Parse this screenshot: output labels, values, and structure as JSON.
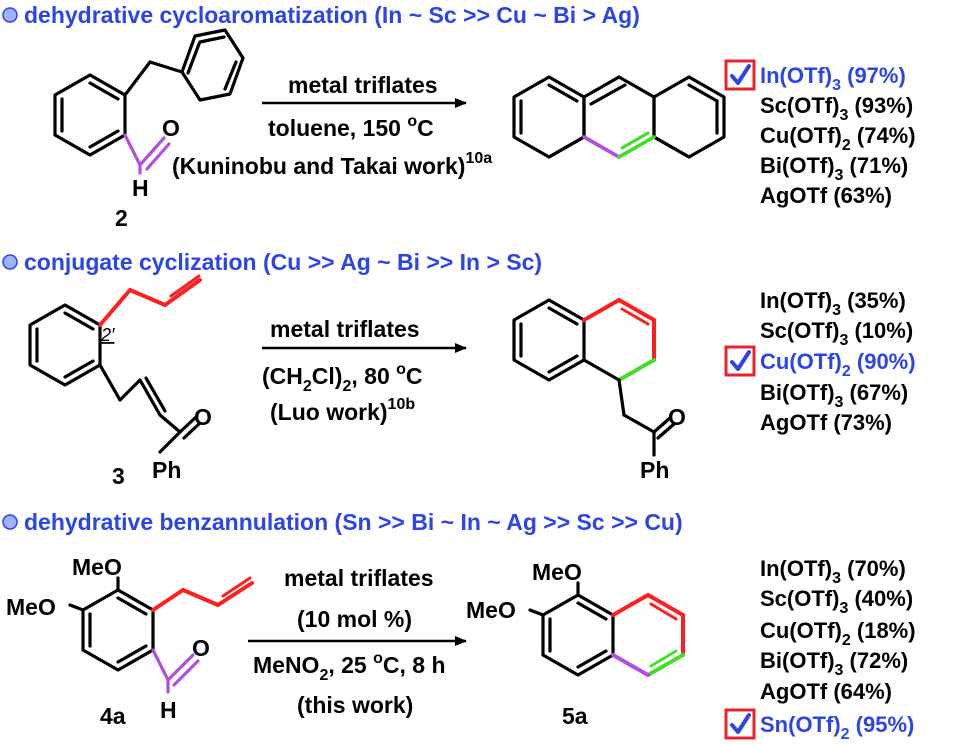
{
  "colors": {
    "header": "#2b45e6",
    "best": "#2b45e6",
    "box": "#e8232a",
    "red": "#ff1f1f",
    "purple": "#b04fe0",
    "green": "#44dd2a",
    "black": "#000000"
  },
  "sections": [
    {
      "id": "s1",
      "title": "dehydrative cycloaromatization (In ~ Sc >> Cu ~ Bi > Ag)",
      "compound": "2",
      "reagent": "metal triflates",
      "cond_main": "toluene, 150 ",
      "cond_sup": "o",
      "cond_end": "C",
      "ref_text": "(Kuninobu and Takai work)",
      "ref_sup": "10a",
      "atom_O": "O",
      "atom_H": "H",
      "catalysts": [
        {
          "name": "In(OTf)",
          "sub": "3",
          "yield": " (97%)",
          "best": true
        },
        {
          "name": "Sc(OTf)",
          "sub": "3",
          "yield": " (93%)",
          "best": false
        },
        {
          "name": "Cu(OTf)",
          "sub": "2",
          "yield": " (74%)",
          "best": false
        },
        {
          "name": "Bi(OTf)",
          "sub": "3",
          "yield": " (71%)",
          "best": false
        },
        {
          "name": "AgOTf",
          "sub": "",
          "yield": " (63%)",
          "best": false
        }
      ]
    },
    {
      "id": "s2",
      "title": "conjugate cyclization (Cu >> Ag ~ Bi >> In > Sc)",
      "compound": "3",
      "position_label": "2′",
      "reagent": "metal triflates",
      "cond_pre": "(CH",
      "cond_sub1": "2",
      "cond_mid": "Cl)",
      "cond_sub2": "2",
      "cond_post": ", 80 ",
      "cond_sup": "o",
      "cond_end": "C",
      "ref_text": "(Luo work)",
      "ref_sup": "10b",
      "atom_O": "O",
      "atom_Ph": "Ph",
      "catalysts": [
        {
          "name": "In(OTf)",
          "sub": "3",
          "yield": " (35%)",
          "best": false
        },
        {
          "name": "Sc(OTf)",
          "sub": "3",
          "yield": " (10%)",
          "best": false
        },
        {
          "name": "Cu(OTf)",
          "sub": "2",
          "yield": " (90%)",
          "best": true
        },
        {
          "name": "Bi(OTf)",
          "sub": "3",
          "yield": " (67%)",
          "best": false
        },
        {
          "name": "AgOTf",
          "sub": "",
          "yield": " (73%)",
          "best": false
        }
      ]
    },
    {
      "id": "s3",
      "title": "dehydrative benzannulation (Sn >> Bi ~ In ~ Ag >> Sc >> Cu)",
      "compound": "4a",
      "product": "5a",
      "reagent": "metal triflates",
      "loading": "(10 mol %)",
      "cond_pre": "MeNO",
      "cond_sub": "2",
      "cond_mid": ", 25 ",
      "cond_sup": "o",
      "cond_end": "C, 8 h",
      "ref_text": "(this work)",
      "atom_MeO": "MeO",
      "atom_O": "O",
      "atom_H": "H",
      "catalysts": [
        {
          "name": "In(OTf)",
          "sub": "3",
          "yield": " (70%)",
          "best": false
        },
        {
          "name": "Sc(OTf)",
          "sub": "3",
          "yield": " (40%)",
          "best": false
        },
        {
          "name": "Cu(OTf)",
          "sub": "2",
          "yield": " (18%)",
          "best": false
        },
        {
          "name": "Bi(OTf)",
          "sub": "3",
          "yield": " (72%)",
          "best": false
        },
        {
          "name": "AgOTf",
          "sub": "",
          "yield": " (64%)",
          "best": false
        },
        {
          "name": "Sn(OTf)",
          "sub": "2",
          "yield": " (95%)",
          "best": true
        }
      ]
    }
  ]
}
